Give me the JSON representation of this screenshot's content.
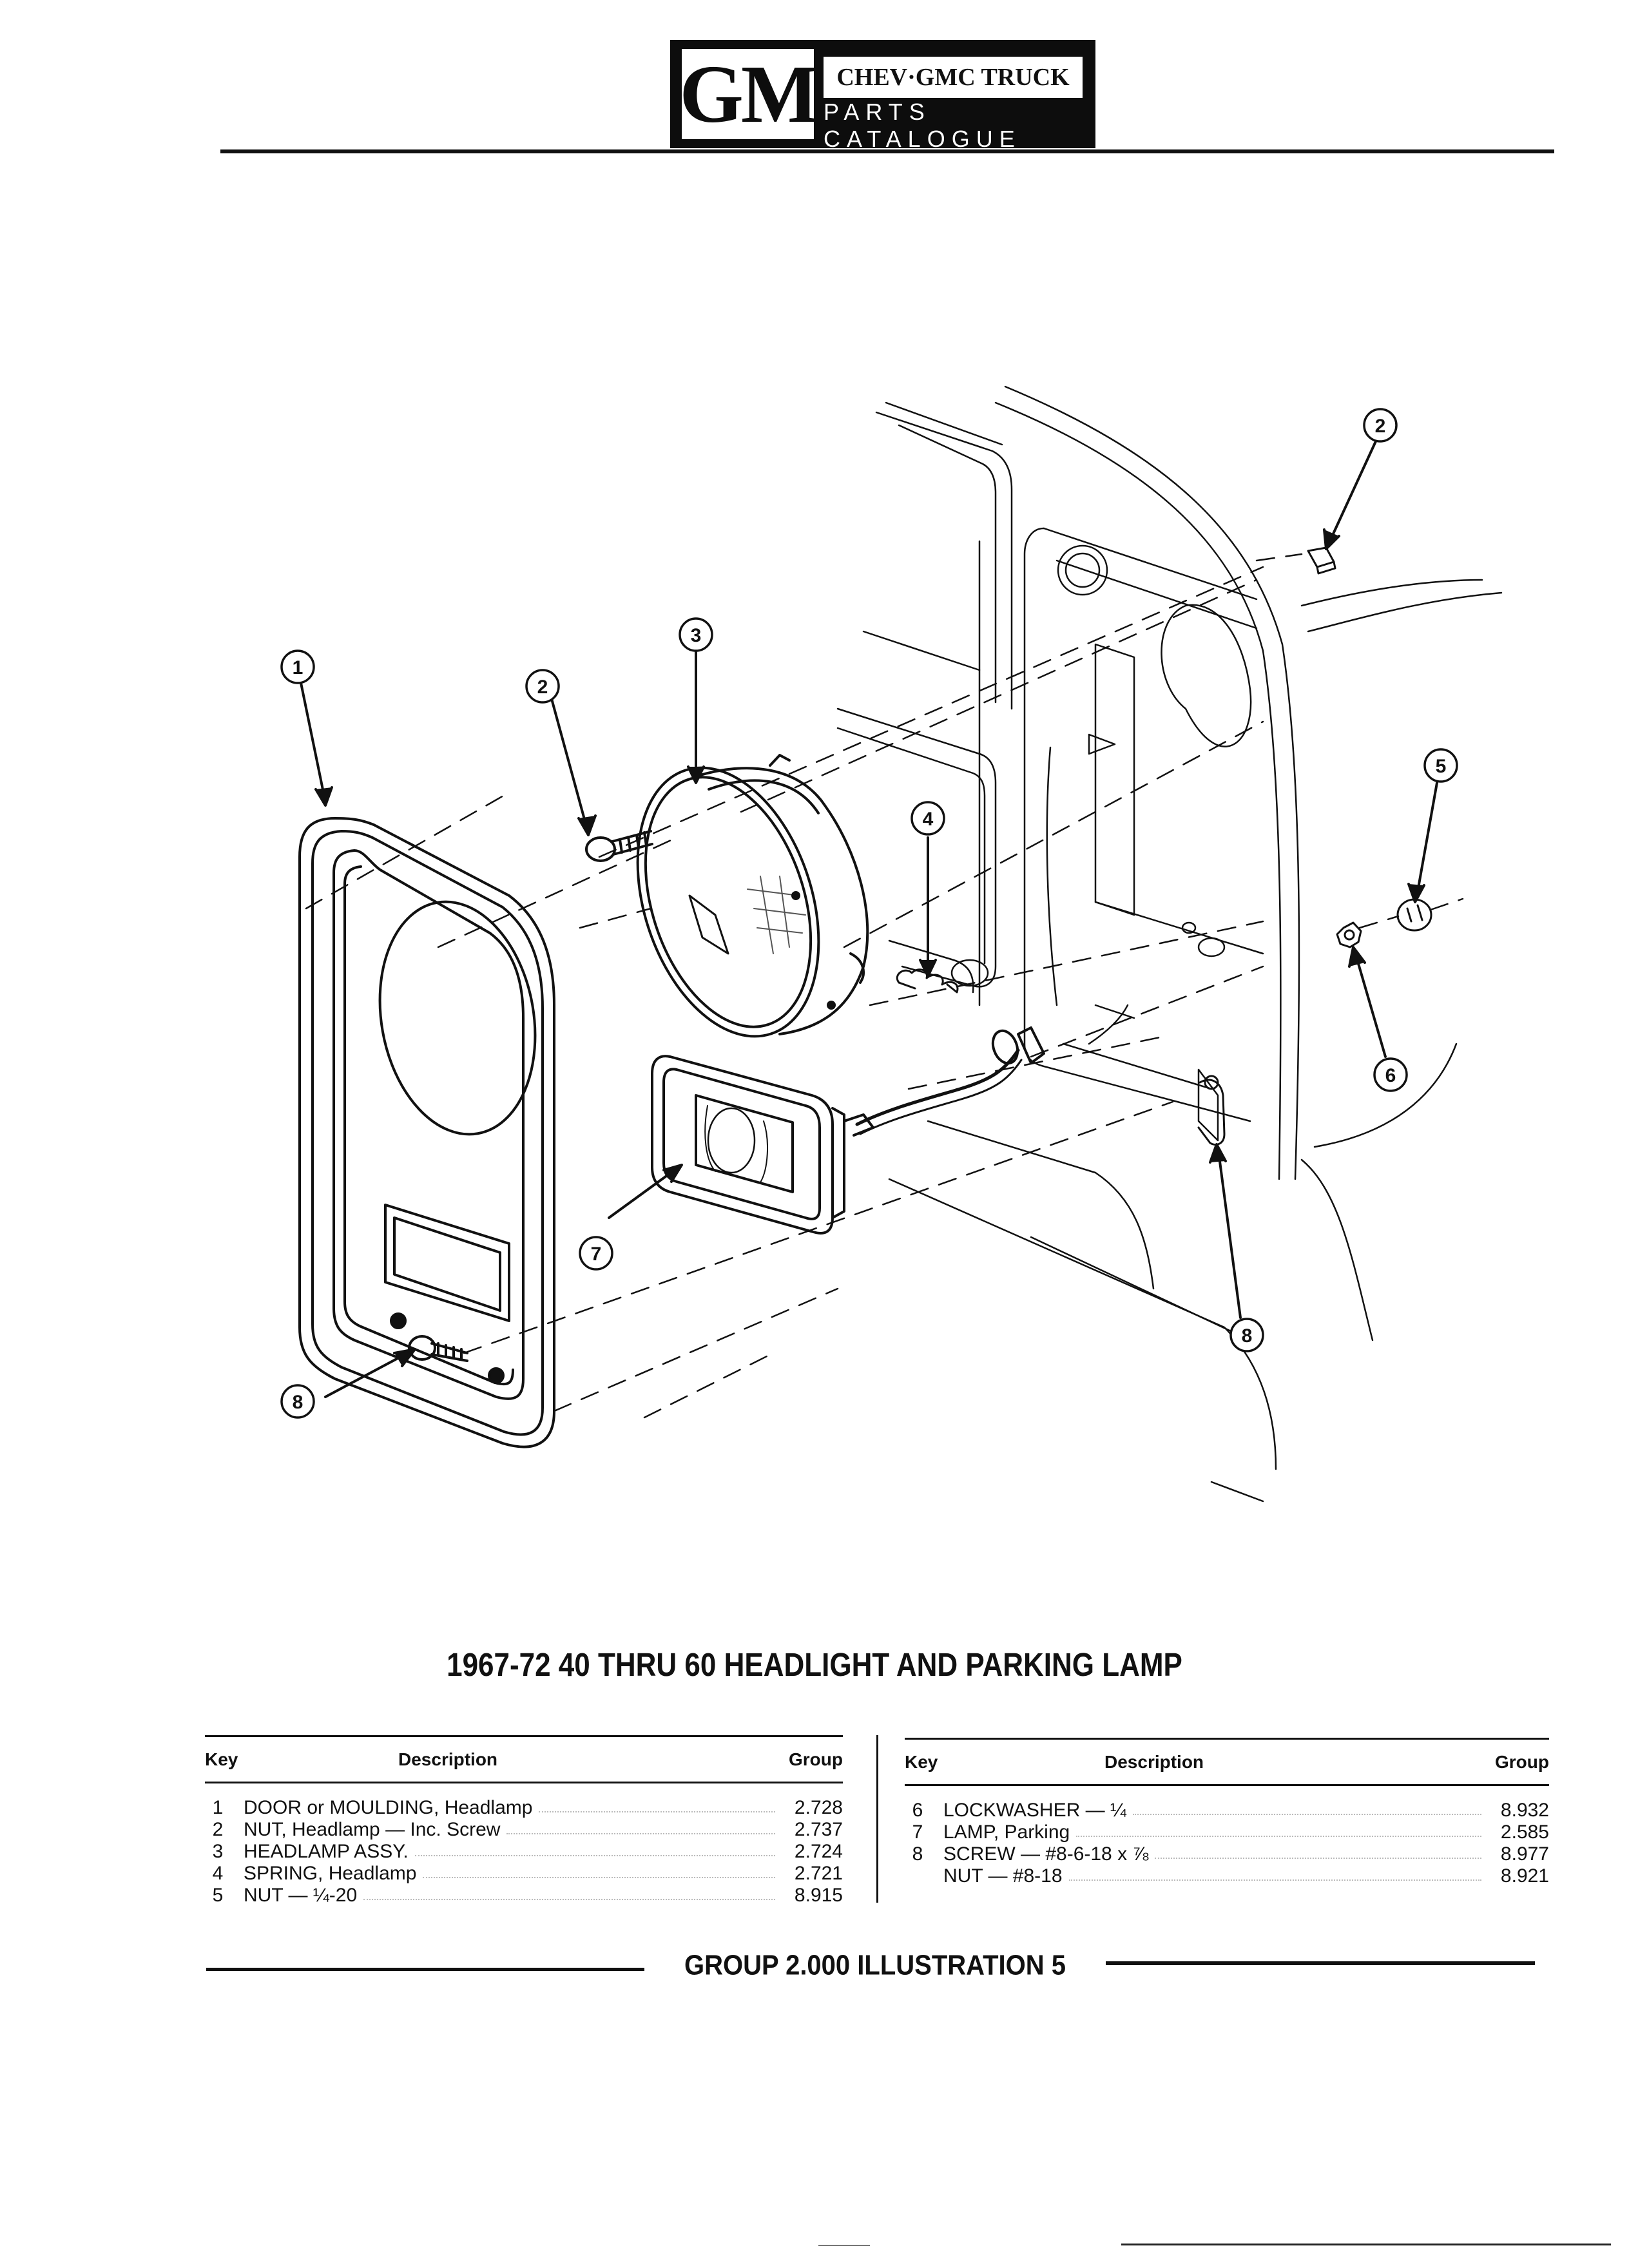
{
  "header": {
    "logo_letters": "GM",
    "brand": "CHEV·GMC TRUCK",
    "subtitle": "PARTS CATALOGUE"
  },
  "callouts": {
    "c1": "1",
    "c2a": "2",
    "c2b": "2",
    "c3": "3",
    "c4": "4",
    "c5": "5",
    "c6": "6",
    "c7": "7",
    "c8a": "8",
    "c8b": "8"
  },
  "title": "1967-72 40 THRU 60 HEADLIGHT AND PARKING LAMP",
  "table_left": {
    "headers": {
      "key": "Key",
      "description": "Description",
      "group": "Group"
    },
    "rows": [
      {
        "key": "1",
        "description": "DOOR or MOULDING, Headlamp",
        "group": "2.728"
      },
      {
        "key": "2",
        "description": "NUT, Headlamp — Inc. Screw",
        "group": "2.737"
      },
      {
        "key": "3",
        "description": "HEADLAMP ASSY.",
        "group": "2.724"
      },
      {
        "key": "4",
        "description": "SPRING, Headlamp",
        "group": "2.721"
      },
      {
        "key": "5",
        "description": "NUT — ¼-20",
        "group": "8.915"
      }
    ]
  },
  "table_right": {
    "headers": {
      "key": "Key",
      "description": "Description",
      "group": "Group"
    },
    "rows": [
      {
        "key": "6",
        "description": "LOCKWASHER — ¼",
        "group": "8.932"
      },
      {
        "key": "7",
        "description": "LAMP, Parking",
        "group": "2.585"
      },
      {
        "key": "8",
        "description": "SCREW — #8-6-18 x ⅞",
        "group": "8.977"
      },
      {
        "key": "",
        "description": "NUT — #8-18",
        "group": "8.921"
      }
    ]
  },
  "footer": "GROUP 2.000 ILLUSTRATION 5"
}
